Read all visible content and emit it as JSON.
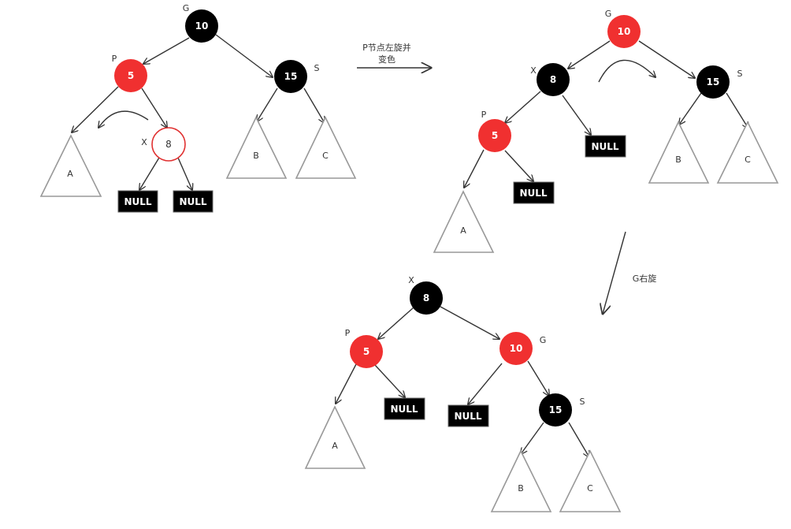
{
  "colors": {
    "black_node": "#000000",
    "red_node": "#f03030",
    "edge": "#333333",
    "subtree": "#999999"
  },
  "steps": {
    "step1_line1": "P节点左旋并",
    "step1_line2": "变色",
    "step2": "G右旋"
  },
  "diagram1": {
    "nodes": {
      "g": {
        "label": "G",
        "value": "10",
        "color": "black"
      },
      "p": {
        "label": "P",
        "value": "5",
        "color": "red"
      },
      "s": {
        "label": "S",
        "value": "15",
        "color": "black"
      },
      "x": {
        "label": "X",
        "value": "8",
        "color": "white"
      }
    },
    "subtrees": {
      "a": "A",
      "b": "B",
      "c": "C"
    },
    "nulls": [
      "NULL",
      "NULL"
    ]
  },
  "diagram2": {
    "nodes": {
      "g": {
        "label": "G",
        "value": "10",
        "color": "red"
      },
      "x": {
        "label": "X",
        "value": "8",
        "color": "black"
      },
      "p": {
        "label": "P",
        "value": "5",
        "color": "red"
      },
      "s": {
        "label": "S",
        "value": "15",
        "color": "black"
      }
    },
    "subtrees": {
      "a": "A",
      "b": "B",
      "c": "C"
    },
    "nulls": [
      "NULL",
      "NULL"
    ]
  },
  "diagram3": {
    "nodes": {
      "x": {
        "label": "X",
        "value": "8",
        "color": "black"
      },
      "p": {
        "label": "P",
        "value": "5",
        "color": "red"
      },
      "g": {
        "label": "G",
        "value": "10",
        "color": "red"
      },
      "s": {
        "label": "S",
        "value": "15",
        "color": "black"
      }
    },
    "subtrees": {
      "a": "A",
      "b": "B",
      "c": "C"
    },
    "nulls": [
      "NULL",
      "NULL"
    ]
  }
}
